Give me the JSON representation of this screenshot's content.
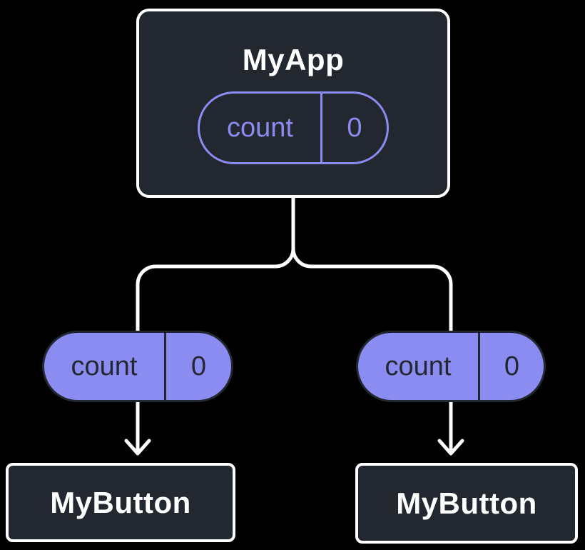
{
  "diagram": {
    "type": "component-tree",
    "background": "#000000",
    "colors": {
      "background": "#000000",
      "node_fill": "#23272f",
      "node_border": "#ffffff",
      "accent": "#8b8cf2",
      "connector": "#ffffff",
      "pill_text_dark": "#23272f"
    },
    "app": {
      "title": "MyApp",
      "state_pill": {
        "name": "count",
        "value": "0"
      }
    },
    "children": [
      {
        "title": "MyButton",
        "prop_pill": {
          "name": "count",
          "value": "0"
        }
      },
      {
        "title": "MyButton",
        "prop_pill": {
          "name": "count",
          "value": "0"
        }
      }
    ]
  }
}
